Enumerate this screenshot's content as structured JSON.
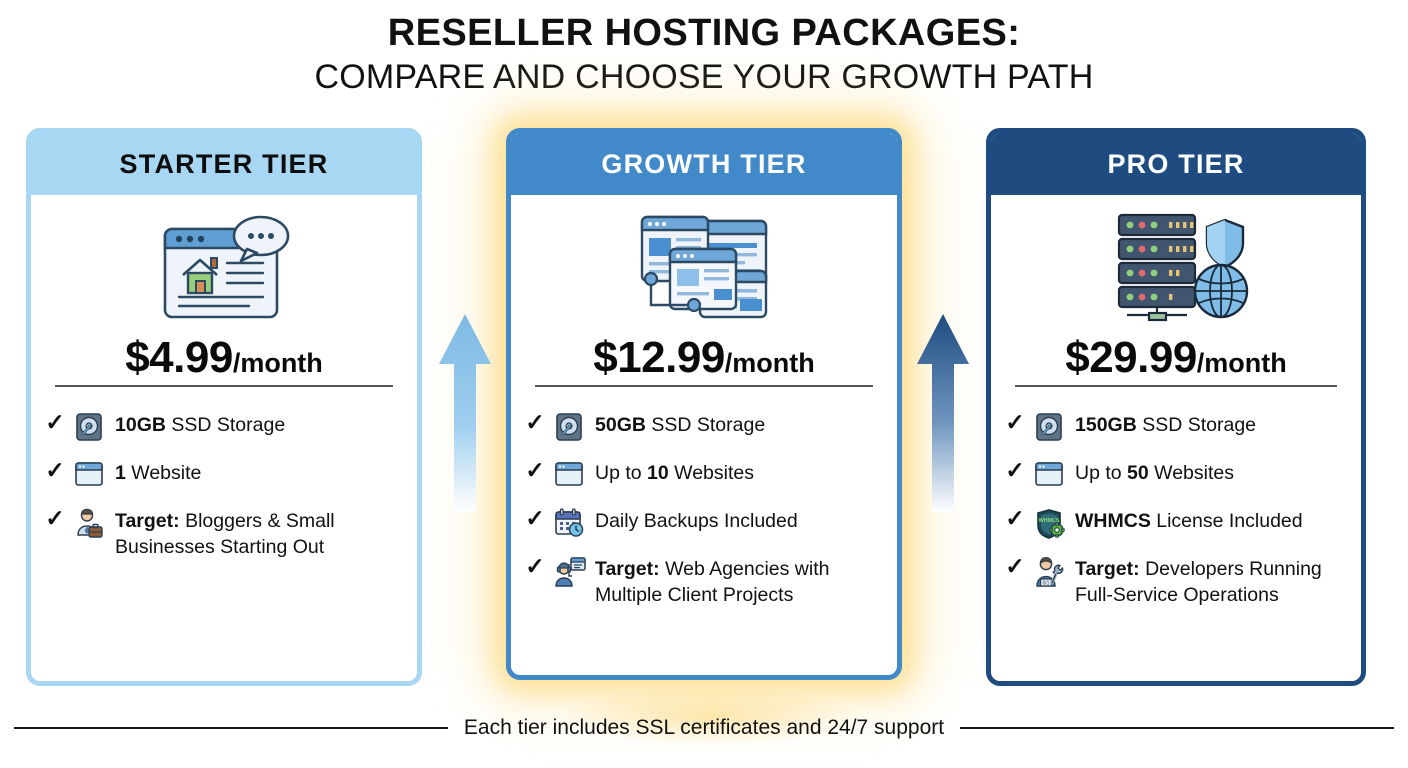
{
  "title": {
    "main": "RESELLER HOSTING PACKAGES:",
    "sub": "COMPARE AND CHOOSE YOUR GROWTH PATH"
  },
  "colors": {
    "starter_accent": "#A7D7F2",
    "growth_accent": "#4189C8",
    "pro_accent": "#1E4C80",
    "glow": "#FCC53C",
    "text": "#111111"
  },
  "tiers": [
    {
      "name": "STARTER TIER",
      "hero_icon": "browser-window-house-icon",
      "price_amount": "$4.99",
      "price_period": "/month",
      "features": [
        {
          "icon": "hard-drive-icon",
          "bold": "10GB",
          "text": " SSD Storage",
          "bold_first": true
        },
        {
          "icon": "browser-window-icon",
          "bold": "1",
          "text": " Website",
          "bold_first": true
        },
        {
          "icon": "businessman-icon",
          "bold": "Target:",
          "text": " Bloggers & Small Businesses Starting Out",
          "bold_first": true
        }
      ]
    },
    {
      "name": "GROWTH TIER",
      "hero_icon": "multiple-browser-windows-icon",
      "price_amount": "$12.99",
      "price_period": "/month",
      "highlighted": true,
      "features": [
        {
          "icon": "hard-drive-icon",
          "bold": "50GB",
          "text": " SSD Storage",
          "bold_first": true
        },
        {
          "icon": "browser-window-icon",
          "prefix": "Up to ",
          "bold": "10",
          "text": " Websites",
          "bold_first": false
        },
        {
          "icon": "calendar-clock-icon",
          "bold": "",
          "text": "Daily Backups Included",
          "bold_first": false
        },
        {
          "icon": "support-agent-icon",
          "bold": "Target:",
          "text": " Web Agencies with Multiple Client Projects",
          "bold_first": true
        }
      ]
    },
    {
      "name": "PRO TIER",
      "hero_icon": "server-rack-shield-globe-icon",
      "price_amount": "$29.99",
      "price_period": "/month",
      "features": [
        {
          "icon": "hard-drive-icon",
          "bold": "150GB",
          "text": " SSD Storage",
          "bold_first": true
        },
        {
          "icon": "browser-window-icon",
          "prefix": "Up to ",
          "bold": "50",
          "text": " Websites",
          "bold_first": false
        },
        {
          "icon": "whmcs-shield-gear-icon",
          "bold": "WHMCS",
          "text": " License Included",
          "bold_first": true
        },
        {
          "icon": "developer-wrench-icon",
          "bold": "Target:",
          "text": " Developers Running Full-Service Operations",
          "bold_first": true
        }
      ]
    }
  ],
  "arrows": [
    {
      "name": "upgrade-arrow-starter-to-growth",
      "color": "#6FB3DF"
    },
    {
      "name": "upgrade-arrow-growth-to-pro",
      "color": "#1E4C80"
    }
  ],
  "footer": {
    "text": "Each tier includes SSL certificates and 24/7 support"
  }
}
